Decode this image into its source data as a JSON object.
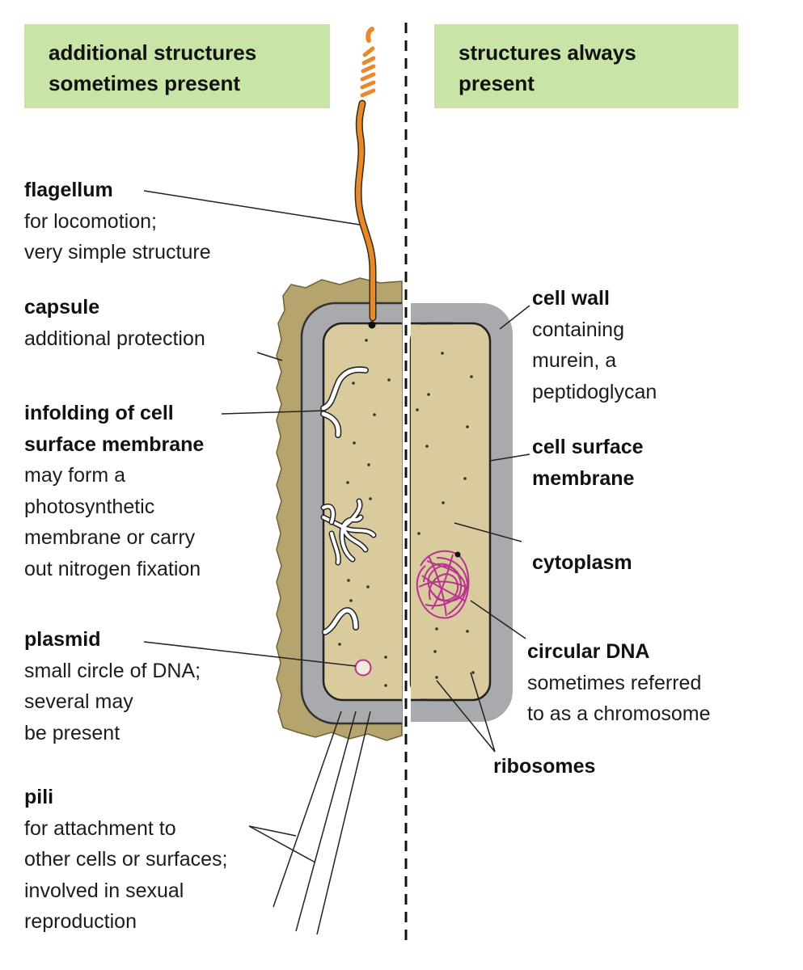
{
  "headers": {
    "left": {
      "line1": "additional structures",
      "line2": "sometimes present"
    },
    "right": {
      "line1": "structures always",
      "line2": "present"
    }
  },
  "labels": {
    "flagellum": {
      "title": "flagellum",
      "line1": "for locomotion;",
      "line2": "very simple structure"
    },
    "capsule": {
      "title": "capsule",
      "line1": "additional protection"
    },
    "infolding": {
      "title1": "infolding of cell",
      "title2": "surface membrane",
      "line1": "may form a",
      "line2": "photosynthetic",
      "line3": "membrane or carry",
      "line4": "out nitrogen fixation"
    },
    "plasmid": {
      "title": "plasmid",
      "line1": "small circle of DNA;",
      "line2": "several may",
      "line3": "be present"
    },
    "pili": {
      "title": "pili",
      "line1": "for attachment to",
      "line2": "other cells or surfaces;",
      "line3": "involved in sexual",
      "line4": "reproduction"
    },
    "cell_wall": {
      "title": "cell wall",
      "line1": "containing",
      "line2": "murein, a",
      "line3": "peptidoglycan"
    },
    "cell_surface_membrane": {
      "title1": "cell surface",
      "title2": "membrane"
    },
    "cytoplasm": {
      "title": "cytoplasm"
    },
    "circular_dna": {
      "title": "circular DNA",
      "line1": "sometimes referred",
      "line2": "to as a chromosome"
    },
    "ribosomes": {
      "title": "ribosomes"
    }
  },
  "colors": {
    "header_bg": "#c8e4a6",
    "capsule": "#b5a46e",
    "cell_wall": "#a9aaae",
    "cytoplasm": "#d9cb9d",
    "flagellum": "#e8892c",
    "dna": "#b8338f"
  }
}
